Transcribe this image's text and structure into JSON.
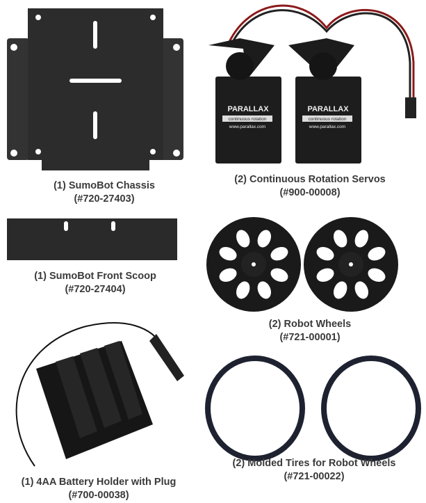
{
  "colors": {
    "caption": "#3a3a3a",
    "metal": "#2c2c2c",
    "part": "#1a1a1a"
  },
  "parts": [
    {
      "name": "(1) SumoBot Chassis",
      "code": "(#720-27403)"
    },
    {
      "name": "(2) Continuous Rotation Servos",
      "code": "(#900-00008)"
    },
    {
      "name": "(1) SumoBot Front Scoop",
      "code": "(#720-27404)"
    },
    {
      "name": "(2) Robot Wheels",
      "code": "(#721-00001)"
    },
    {
      "name": "(1) 4AA Battery Holder with Plug",
      "code": "(#700-00038)"
    },
    {
      "name": "(2) Molded Tires for Robot Wheels",
      "code": "(#721-00022)"
    }
  ],
  "servo_label": {
    "brand": "PARALLAX",
    "type": "continuous rotation",
    "site": "www.parallax.com"
  }
}
